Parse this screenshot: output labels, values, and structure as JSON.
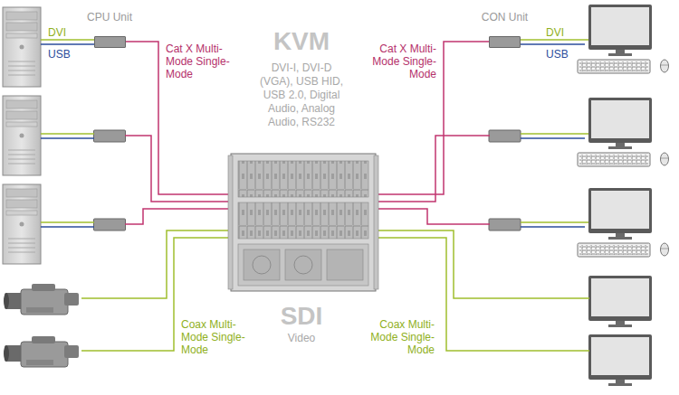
{
  "diagram": {
    "nodes": [
      {
        "text": [
          "CPU Unit"
        ]
      },
      {
        "text": [
          "CON Unit"
        ]
      }
    ],
    "labels": [
      "DVI",
      "USB",
      "Cat X Multi-Mode Single-Mode",
      "KVM",
      "DVI-I, DVI-D (VGA), USB HID, USB 2.0, Digital Audio, Analog Audio, RS232",
      "Cat X Multi-Mode Single-Mode",
      "DVI",
      "USB",
      "Coax Multi-Mode Single-Mode",
      "SDI",
      "Video",
      "Coax Multi-Mode Single-Mode"
    ]
  }
}
